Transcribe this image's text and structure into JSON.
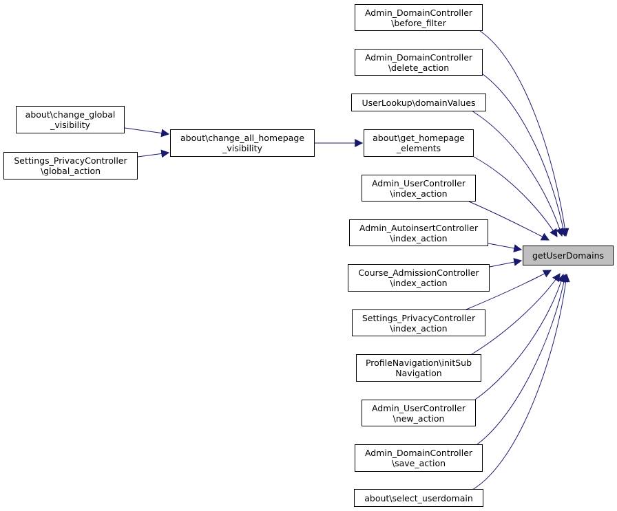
{
  "colors": {
    "edge": "#191970",
    "node_border": "#000000",
    "root_fill": "#bfbfbf",
    "node_fill": "#ffffff"
  },
  "root": {
    "label": "getUserDomains"
  },
  "callers": [
    {
      "id": "n1",
      "lines": [
        "Admin_DomainController",
        "\\before_filter"
      ]
    },
    {
      "id": "n2",
      "lines": [
        "Admin_DomainController",
        "\\delete_action"
      ]
    },
    {
      "id": "n3",
      "lines": [
        "UserLookup\\domainValues"
      ]
    },
    {
      "id": "n4",
      "lines": [
        "about\\get_homepage",
        "_elements"
      ]
    },
    {
      "id": "n5",
      "lines": [
        "Admin_UserController",
        "\\index_action"
      ]
    },
    {
      "id": "n6",
      "lines": [
        "Admin_AutoinsertController",
        "\\index_action"
      ]
    },
    {
      "id": "n7",
      "lines": [
        "Course_AdmissionController",
        "\\index_action"
      ]
    },
    {
      "id": "n8",
      "lines": [
        "Settings_PrivacyController",
        "\\index_action"
      ]
    },
    {
      "id": "n9",
      "lines": [
        "ProfileNavigation\\initSub",
        "Navigation"
      ]
    },
    {
      "id": "n10",
      "lines": [
        "Admin_UserController",
        "\\new_action"
      ]
    },
    {
      "id": "n11",
      "lines": [
        "Admin_DomainController",
        "\\save_action"
      ]
    },
    {
      "id": "n12",
      "lines": [
        "about\\select_userdomain"
      ]
    }
  ],
  "intermediate": {
    "id": "n13",
    "lines": [
      "about\\change_all_homepage",
      "_visibility"
    ]
  },
  "outer_callers": [
    {
      "id": "n14",
      "lines": [
        "about\\change_global",
        "_visibility"
      ]
    },
    {
      "id": "n15",
      "lines": [
        "Settings_PrivacyController",
        "\\global_action"
      ]
    }
  ]
}
